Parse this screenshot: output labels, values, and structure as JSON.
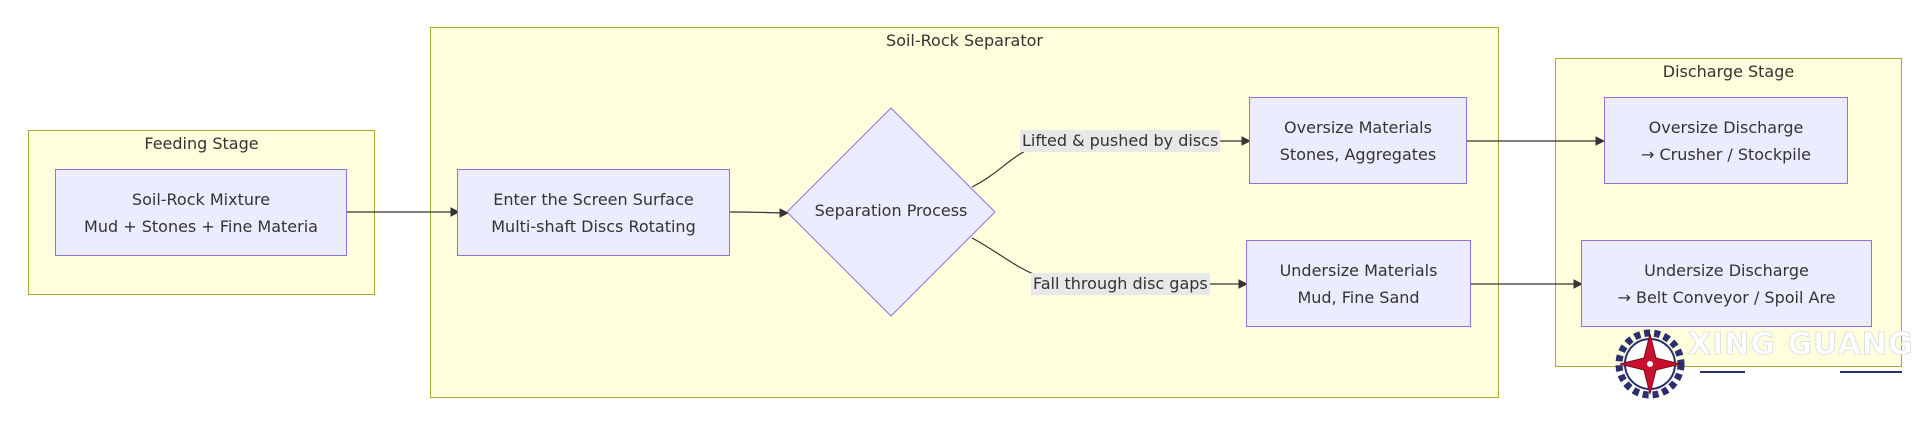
{
  "groups": {
    "feeding": {
      "title": "Feeding Stage"
    },
    "separator": {
      "title": "Soil-Rock Separator"
    },
    "discharge": {
      "title": "Discharge Stage"
    }
  },
  "nodes": {
    "mixture": {
      "line1": "Soil-Rock Mixture",
      "line2": "Mud + Stones + Fine Materia"
    },
    "screen": {
      "line1": "Enter the Screen Surface",
      "line2": "Multi-shaft Discs Rotating"
    },
    "separation": {
      "label": "Separation Process"
    },
    "oversize": {
      "line1": "Oversize Materials",
      "line2": "Stones, Aggregates"
    },
    "undersize": {
      "line1": "Undersize Materials",
      "line2": "Mud, Fine Sand"
    },
    "oversize_discharge": {
      "line1": "Oversize Discharge",
      "line2": "→ Crusher / Stockpile"
    },
    "undersize_discharge": {
      "line1": "Undersize Discharge",
      "line2": "→ Belt Conveyor / Spoil Are"
    }
  },
  "edges": {
    "lifted": "Lifted & pushed by discs",
    "fall": "Fall through disc gaps"
  },
  "logo": {
    "text": "XING GUANG"
  },
  "colors": {
    "group_fill": "#ffffde",
    "group_border": "#aaaa33",
    "node_fill": "#ececff",
    "node_border": "#9370db",
    "edge": "#333333",
    "logo_red": "#c8102e",
    "logo_navy": "#2b2f6e"
  }
}
